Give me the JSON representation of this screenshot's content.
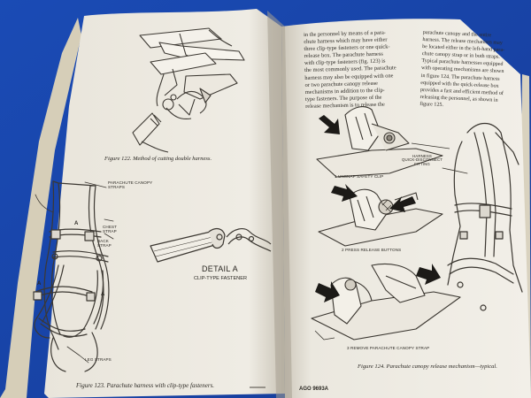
{
  "left_page": {
    "fig_top_caption": "Figure 122. Method of cutting double harness.",
    "fig_bottom_caption": "Figure 123. Parachute harness with clip-type fasteners.",
    "labels": {
      "canopy_straps": "PARACHUTE CANOPY\nSTRAPS",
      "chest_strap": "CHEST\nSTRAP",
      "back_strap": "BACK\nSTRAP",
      "a_marks": [
        "A",
        "A",
        "A"
      ],
      "leg_straps": "LEG STRAPS",
      "detail_title": "DETAIL A",
      "detail_sub": "CLIP-TYPE FASTENER"
    }
  },
  "right_page": {
    "text_col1": [
      "in the personnel by means of a para-",
      "chute harness which may have either",
      "three clip-type fasteners or one quick-",
      "release box. The parachute harness",
      "with clip-type fasteners (fig. 123) is",
      "the most commonly used. The parachute",
      "harness may also be equipped with one",
      "or two parachute canopy release",
      "mechanisms in addition to the clip-",
      "type fasteners. The purpose of the",
      "release mechanism is to release the"
    ],
    "text_col2": [
      "parachute canopy and the entire",
      "harness. The release mechanism may",
      "be located either in the left-hand para-",
      "chute canopy strap or in both straps.",
      "Typical parachute harnesses equipped",
      "with operating mechanisms are shown",
      "in figure 124. The parachute harness",
      "equipped with the quick-release box",
      "provides a fast and efficient method of",
      "releasing the personnel, as shown in",
      "figure 125."
    ],
    "step1": "1 UNSNAP SAFETY CLIP",
    "step2": "2 PRESS RELEASE BUTTONS",
    "step3": "3 REMOVE PARACHUTE CANOPY STRAP",
    "harness_label": "HARNESS\nQUICK-DISCONNECT\nFITTING",
    "caption": "Figure 124. Parachute canopy release mechanism—typical.",
    "footer": "AGO 9693A"
  }
}
